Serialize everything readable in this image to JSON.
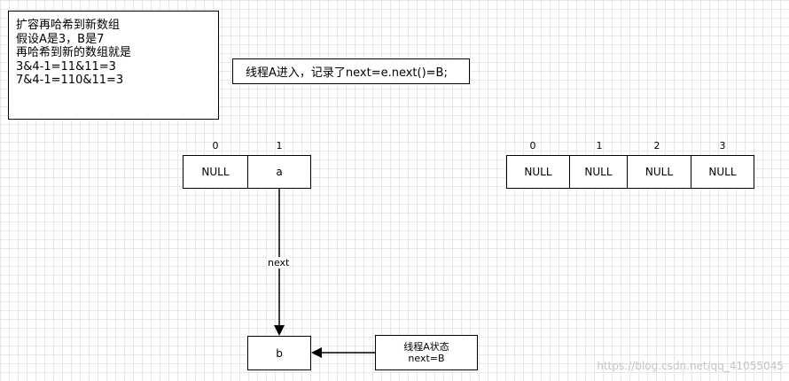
{
  "note": {
    "lines": [
      "扩容再哈希到新数组",
      "假设A是3，B是7",
      "再哈希到新的数组就是",
      "3&4-1=11&11=3",
      "7&4-1=110&11=3"
    ]
  },
  "thread_note": "线程A进入，记录了next=e.next()=B;",
  "old_table": {
    "indices": [
      "0",
      "1"
    ],
    "cells": [
      "NULL",
      "a"
    ]
  },
  "new_table": {
    "indices": [
      "0",
      "1",
      "2",
      "3"
    ],
    "cells": [
      "NULL",
      "NULL",
      "NULL",
      "NULL"
    ]
  },
  "node_b": "b",
  "edge_label": "next",
  "state_note": {
    "line1": "线程A状态",
    "line2": "next=B"
  },
  "watermark": "https://blog.csdn.net/qq_41055045"
}
